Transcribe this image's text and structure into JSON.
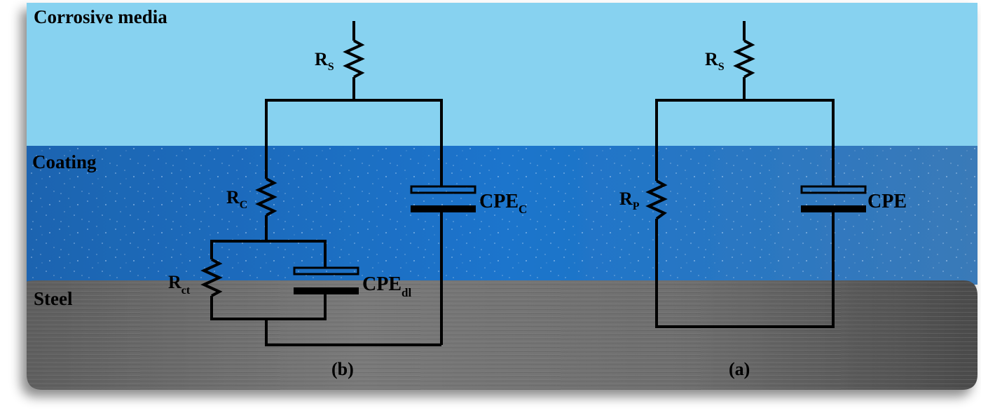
{
  "title": "Equivalent electrical circuits for coated steel in corrosive media",
  "layers": [
    {
      "id": "media",
      "label": "Corrosive media",
      "color": "#87d2f0"
    },
    {
      "id": "coating",
      "label": "Coating",
      "color": "#1a6fc4"
    },
    {
      "id": "steel",
      "label": "Steel",
      "color": "#6b6b6b"
    }
  ],
  "circuits": {
    "b": {
      "caption": "(b)",
      "rs": {
        "main": "R",
        "sub": "S"
      },
      "rc": {
        "main": "R",
        "sub": "C"
      },
      "cpec": {
        "main": "CPE",
        "sub": "C"
      },
      "rct": {
        "main": "R",
        "sub": "ct"
      },
      "cpedl": {
        "main": "CPE",
        "sub": "dl"
      }
    },
    "a": {
      "caption": "(a)",
      "rs": {
        "main": "R",
        "sub": "S"
      },
      "rp": {
        "main": "R",
        "sub": "P"
      },
      "cpe": {
        "main": "CPE",
        "sub": ""
      }
    }
  }
}
